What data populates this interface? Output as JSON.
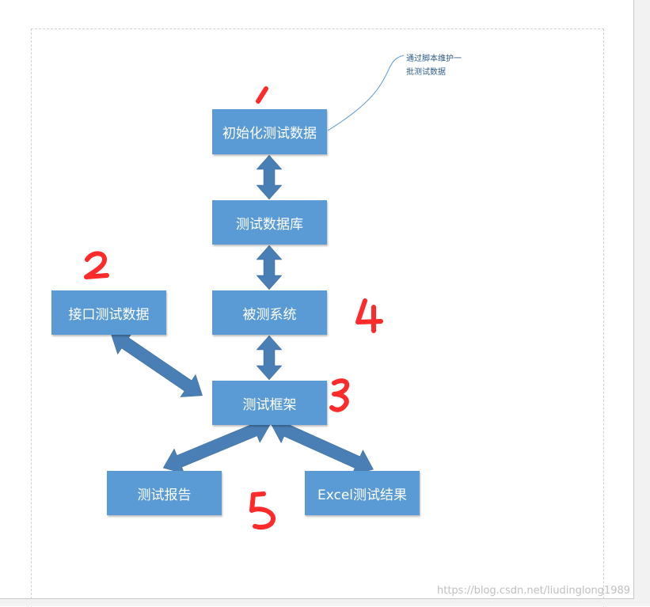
{
  "diagram": {
    "nodes": {
      "init_data": "初始化测试数据",
      "test_db": "测试数据库",
      "interface_data": "接口测试数据",
      "system_under_test": "被测系统",
      "test_framework": "测试框架",
      "test_report": "测试报告",
      "excel_results": "Excel测试结果"
    },
    "callout": {
      "line1": "通过脚本维护一",
      "line2": "批测试数据"
    },
    "annotations": {
      "n1": "1",
      "n2": "2",
      "n3": "3",
      "n4": "4",
      "n5": "5"
    },
    "colors": {
      "box_fill": "#5b9bd5",
      "arrow_fill": "#4a7fb5",
      "annotation": "#ff2a2a",
      "callout_line": "#5b9bd5"
    }
  },
  "watermark": "https://blog.csdn.net/liudinglong1989"
}
